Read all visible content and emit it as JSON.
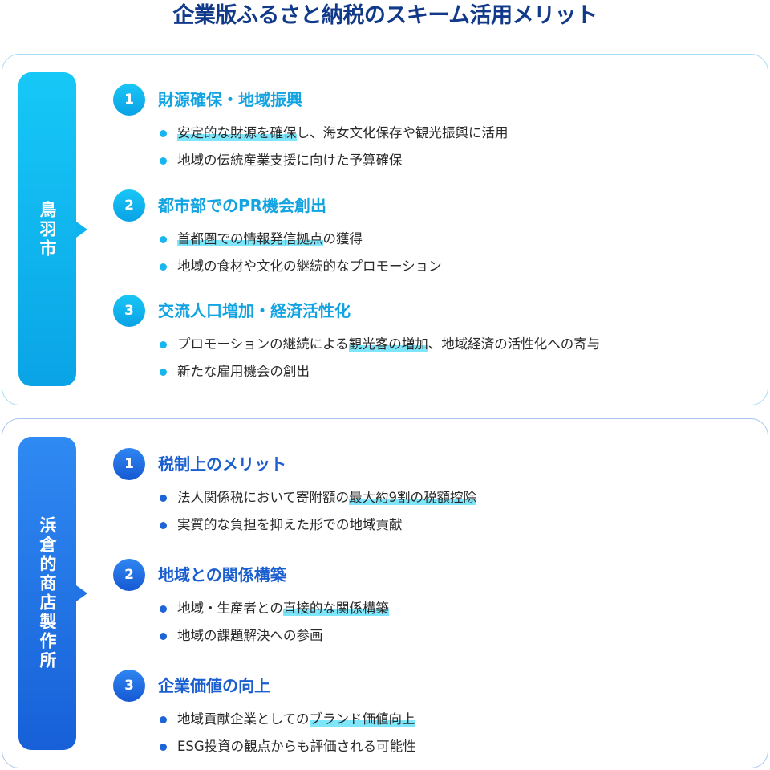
{
  "title": "企業版ふるさと納税のスキーム活用メリット",
  "panels": [
    {
      "side_label": "鳥羽市",
      "items": [
        {
          "num": "1",
          "heading": "財源確保・地域振興",
          "bullets": [
            {
              "pre": "",
              "hl": "安定的な財源を確保",
              "post": "し、海女文化保存や観光振興に活用"
            },
            {
              "pre": "地域の伝統産業支援に向けた予算確保",
              "hl": "",
              "post": ""
            }
          ]
        },
        {
          "num": "2",
          "heading": "都市部でのPR機会創出",
          "bullets": [
            {
              "pre": "",
              "hl": "首都圏での情報発信拠点",
              "post": "の獲得"
            },
            {
              "pre": "地域の食材や文化の継続的なプロモーション",
              "hl": "",
              "post": ""
            }
          ]
        },
        {
          "num": "3",
          "heading": "交流人口増加・経済活性化",
          "bullets": [
            {
              "pre": "プロモーションの継続による",
              "hl": "観光客の増加",
              "post": "、地域経済の活性化への寄与"
            },
            {
              "pre": "新たな雇用機会の創出",
              "hl": "",
              "post": ""
            }
          ]
        }
      ]
    },
    {
      "side_label": "浜倉的商店製作所",
      "items": [
        {
          "num": "1",
          "heading": "税制上のメリット",
          "bullets": [
            {
              "pre": "法人関係税において寄附額の",
              "hl": "最大約9割の税額控除",
              "post": ""
            },
            {
              "pre": "実質的な負担を抑えた形での地域貢献",
              "hl": "",
              "post": ""
            }
          ]
        },
        {
          "num": "2",
          "heading": "地域との関係構築",
          "bullets": [
            {
              "pre": "地域・生産者との",
              "hl": "直接的な関係構築",
              "post": ""
            },
            {
              "pre": "地域の課題解決への参画",
              "hl": "",
              "post": ""
            }
          ]
        },
        {
          "num": "3",
          "heading": "企業価値の向上",
          "bullets": [
            {
              "pre": "地域貢献企業としての",
              "hl": "ブランド価値向上",
              "post": ""
            },
            {
              "pre": "ESG投資の観点からも評価される可能性",
              "hl": "",
              "post": ""
            }
          ]
        }
      ]
    }
  ]
}
